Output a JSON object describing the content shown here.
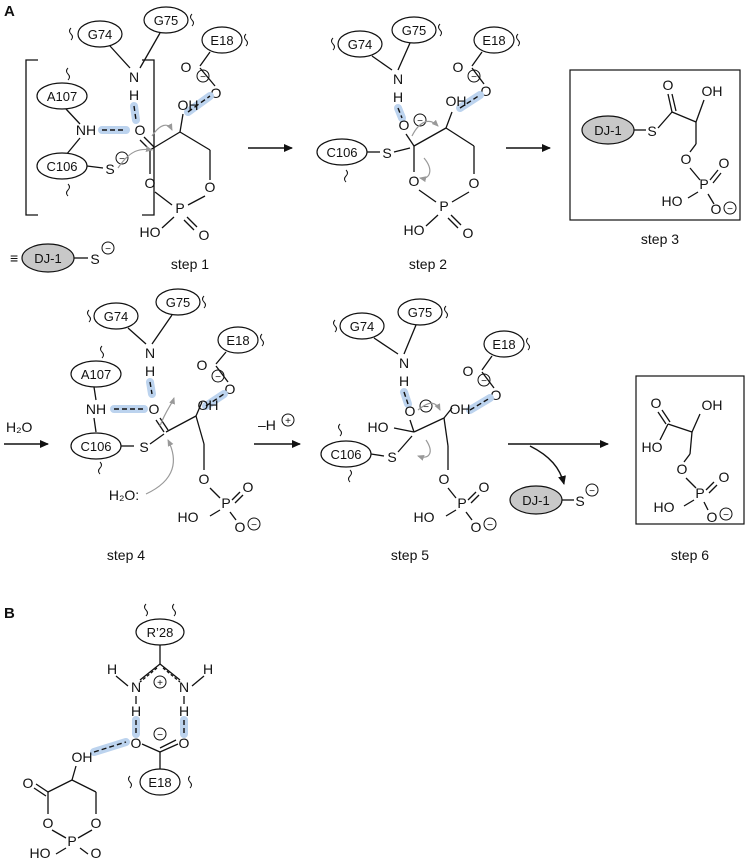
{
  "panels": {
    "a": "A",
    "b": "B"
  },
  "residues": {
    "g74": "G74",
    "g75": "G75",
    "e18": "E18",
    "a107": "A107",
    "c106": "C106",
    "r28": "R’28",
    "dj1": "DJ-1"
  },
  "atoms": {
    "nh": "NH",
    "n": "N",
    "h": "H",
    "o": "O",
    "oh": "OH",
    "ho": "HO",
    "s": "S",
    "p": "P",
    "minus": "−",
    "plus": "+",
    "water": "H₂O",
    "water_dots": "H₂O:",
    "minus_h": "–H"
  },
  "symbols": {
    "equiv": "≡"
  },
  "steps": [
    "step 1",
    "step 2",
    "step 3",
    "step 4",
    "step 5",
    "step 6"
  ],
  "reagents": {
    "h2o": "H₂O",
    "minus_h_plus": "–H"
  },
  "colors": {
    "hbond_highlight": "#bcd3ee",
    "dj1_fill": "#c8c8c8",
    "arrow_gray": "#999999"
  }
}
